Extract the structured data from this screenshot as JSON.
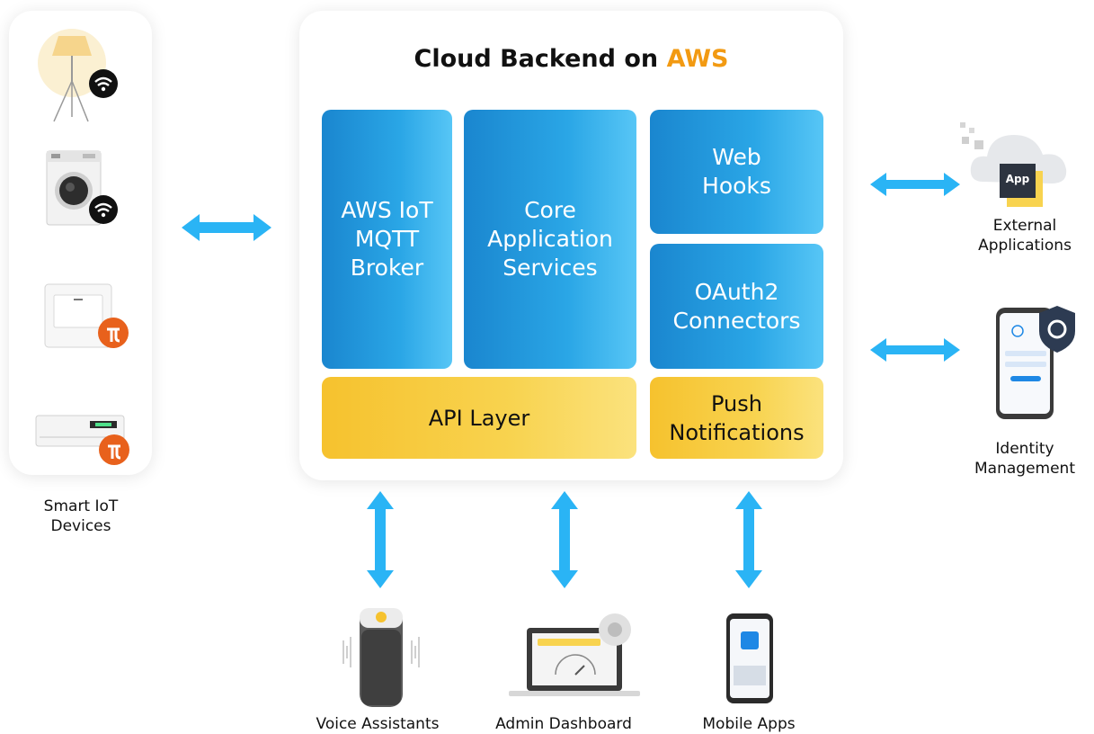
{
  "title": {
    "prefix": "Cloud Backend on ",
    "accent": "AWS"
  },
  "colors": {
    "accent": "#f29a12",
    "arrow": "#2ab4f5",
    "blue": "#2aa6e6",
    "yellow": "#f8d34f"
  },
  "blocks": {
    "mqtt": "AWS IoT\nMQTT\nBroker",
    "core": "Core\nApplication\nServices",
    "webhooks": "Web\nHooks",
    "oauth": "OAuth2\nConnectors",
    "api": "API Layer",
    "push": "Push\nNotifications"
  },
  "labels": {
    "devices": "Smart IoT\nDevices",
    "external": "External\nApplications",
    "identity": "Identity\nManagement",
    "voice": "Voice Assistants",
    "admin": "Admin Dashboard",
    "mobile": "Mobile Apps"
  },
  "icons": {
    "app_badge": "App",
    "devices": [
      "floor-lamp-icon",
      "washing-machine-icon",
      "wall-switch-icon",
      "air-conditioner-icon"
    ]
  }
}
